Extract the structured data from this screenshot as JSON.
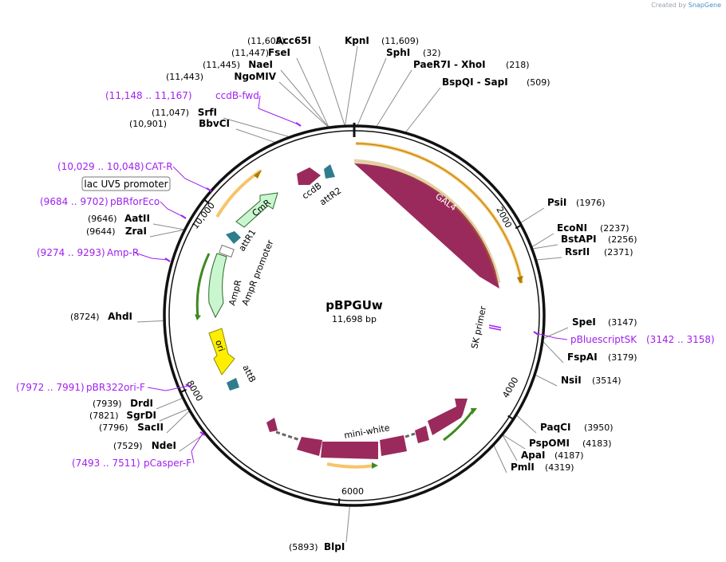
{
  "credit": {
    "prefix": "Created by",
    "brand": "SnapGene"
  },
  "plasmid": {
    "name": "pBPGUw",
    "size": 11698,
    "size_label": "11,698 bp"
  },
  "colors": {
    "backbone": "#111111",
    "gal4": "#9b2a5c",
    "cmr": "#c9f5cf",
    "ori": "#ffee00",
    "att": "#2f7d8c",
    "orf": "#f7c46b",
    "orf_arrow": "#b07a00",
    "primer": "#a020f0",
    "ampr": "#c9f5cf",
    "mini_white": "#9b2a5c",
    "green_orf": "#3e8a1f"
  },
  "ticks": [
    {
      "pos": 2000,
      "label": "2000"
    },
    {
      "pos": 4000,
      "label": "4000"
    },
    {
      "pos": 6000,
      "label": "6000"
    },
    {
      "pos": 8000,
      "label": "8000"
    },
    {
      "pos": 10000,
      "label": "10,000"
    }
  ],
  "sites": [
    {
      "name": "Acc65I",
      "pos": "(11,605)",
      "coord": 11605
    },
    {
      "name": "KpnI",
      "pos": "(11,609)",
      "coord": 11609
    },
    {
      "name": "FseI",
      "pos": "(11,447)",
      "coord": 11447
    },
    {
      "name": "SphI",
      "pos": "(32)",
      "coord": 32
    },
    {
      "name": "NaeI",
      "pos": "(11,445)",
      "coord": 11445
    },
    {
      "name": "PaeR7I - XhoI",
      "pos": "(218)",
      "coord": 218
    },
    {
      "name": "NgoMIV",
      "pos": "(11,443)",
      "coord": 11443
    },
    {
      "name": "BspQI - SapI",
      "pos": "(509)",
      "coord": 509
    },
    {
      "name": "SrfI",
      "pos": "(11,047)",
      "coord": 11047
    },
    {
      "name": "BbvCI",
      "pos": "(10,901)",
      "coord": 10901
    },
    {
      "name": "PsiI",
      "pos": "(1976)",
      "coord": 1976
    },
    {
      "name": "EcoNI",
      "pos": "(2237)",
      "coord": 2237
    },
    {
      "name": "BstAPI",
      "pos": "(2256)",
      "coord": 2256
    },
    {
      "name": "RsrII",
      "pos": "(2371)",
      "coord": 2371
    },
    {
      "name": "AatII",
      "pos": "(9646)",
      "coord": 9646
    },
    {
      "name": "ZraI",
      "pos": "(9644)",
      "coord": 9644
    },
    {
      "name": "AhdI",
      "pos": "(8724)",
      "coord": 8724
    },
    {
      "name": "SpeI",
      "pos": "(3147)",
      "coord": 3147
    },
    {
      "name": "FspAI",
      "pos": "(3179)",
      "coord": 3179
    },
    {
      "name": "NsiI",
      "pos": "(3514)",
      "coord": 3514
    },
    {
      "name": "DrdI",
      "pos": "(7939)",
      "coord": 7939
    },
    {
      "name": "SgrDI",
      "pos": "(7821)",
      "coord": 7821
    },
    {
      "name": "SacII",
      "pos": "(7796)",
      "coord": 7796
    },
    {
      "name": "PaqCI",
      "pos": "(3950)",
      "coord": 3950
    },
    {
      "name": "NdeI",
      "pos": "(7529)",
      "coord": 7529
    },
    {
      "name": "PspOMI",
      "pos": "(4183)",
      "coord": 4183
    },
    {
      "name": "ApaI",
      "pos": "(4187)",
      "coord": 4187
    },
    {
      "name": "PmlI",
      "pos": "(4319)",
      "coord": 4319
    },
    {
      "name": "BlpI",
      "pos": "(5893)",
      "coord": 5893
    }
  ],
  "primers": [
    {
      "name": "ccdB-fwd",
      "pos": "(11,148 .. 11,167)"
    },
    {
      "name": "CAT-R",
      "pos": "(10,029 .. 10,048)"
    },
    {
      "name": "pBRforEco",
      "pos": "(9684 .. 9702)"
    },
    {
      "name": "Amp-R",
      "pos": "(9274 .. 9293)"
    },
    {
      "name": "pBluescriptSK",
      "pos": "(3142 .. 3158)"
    },
    {
      "name": "pBR322ori-F",
      "pos": "(7972 .. 7991)"
    },
    {
      "name": "pCasper-F",
      "pos": "(7493 .. 7511)"
    }
  ],
  "features": {
    "lac_uv5": "lac UV5 promoter",
    "gal4": "GAL4",
    "cmr": "CmR",
    "ccdb": "ccdB",
    "attr2": "attR2",
    "attr1": "attR1",
    "ampr": "AmpR",
    "ampr_promoter": "AmpR promoter",
    "ori": "ori",
    "attb": "attB",
    "sk_primer": "SK primer",
    "mini_white": "mini-white"
  }
}
